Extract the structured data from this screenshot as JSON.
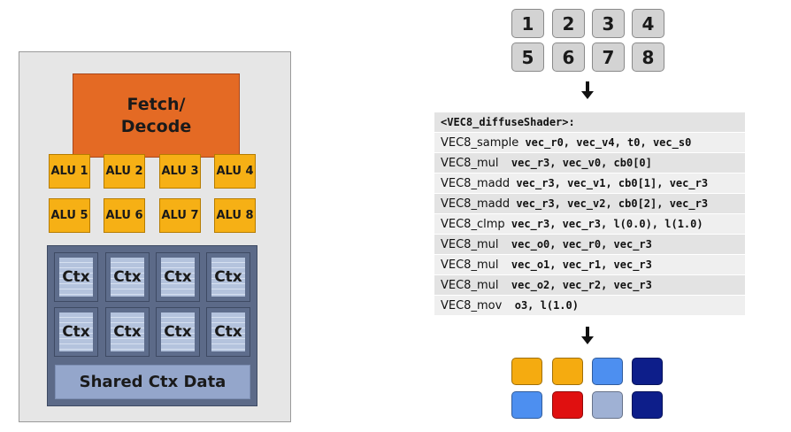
{
  "core": {
    "fetch_decode_label": "Fetch/\nDecode",
    "alus": [
      "ALU 1",
      "ALU 2",
      "ALU 3",
      "ALU 4",
      "ALU 5",
      "ALU 6",
      "ALU 7",
      "ALU 8"
    ],
    "contexts": [
      "Ctx",
      "Ctx",
      "Ctx",
      "Ctx",
      "Ctx",
      "Ctx",
      "Ctx",
      "Ctx"
    ],
    "shared_label": "Shared Ctx Data"
  },
  "fragments": [
    "1",
    "2",
    "3",
    "4",
    "5",
    "6",
    "7",
    "8"
  ],
  "shader": {
    "header": "<VEC8_diffuseShader>:",
    "instructions": [
      {
        "op": "VEC8_sample",
        "args": " vec_r0, vec_v4, t0, vec_s0"
      },
      {
        "op": "VEC8_mul",
        "args": "  vec_r3, vec_v0, cb0[0]"
      },
      {
        "op": "VEC8_madd",
        "args": " vec_r3, vec_v1, cb0[1], vec_r3"
      },
      {
        "op": "VEC8_madd",
        "args": " vec_r3, vec_v2, cb0[2], vec_r3"
      },
      {
        "op": "VEC8_clmp",
        "args": " vec_r3, vec_r3, l(0.0), l(1.0)"
      },
      {
        "op": "VEC8_mul",
        "args": "  vec_o0, vec_r0, vec_r3"
      },
      {
        "op": "VEC8_mul",
        "args": "  vec_o1, vec_r1, vec_r3"
      },
      {
        "op": "VEC8_mul",
        "args": "  vec_o2, vec_r2, vec_r3"
      },
      {
        "op": "VEC8_mov",
        "args": "  o3, l(1.0)"
      }
    ]
  },
  "output_colors": [
    "#f5ab10",
    "#f5ab10",
    "#4d8ff0",
    "#0d1e8a",
    "#4d8ff0",
    "#e01010",
    "#9fb1d4",
    "#0d1e8a"
  ],
  "colors": {
    "fetch": "#e46a24",
    "alu": "#f6b015",
    "ctx_region": "#5c6a88",
    "shared": "#94a6cb"
  }
}
